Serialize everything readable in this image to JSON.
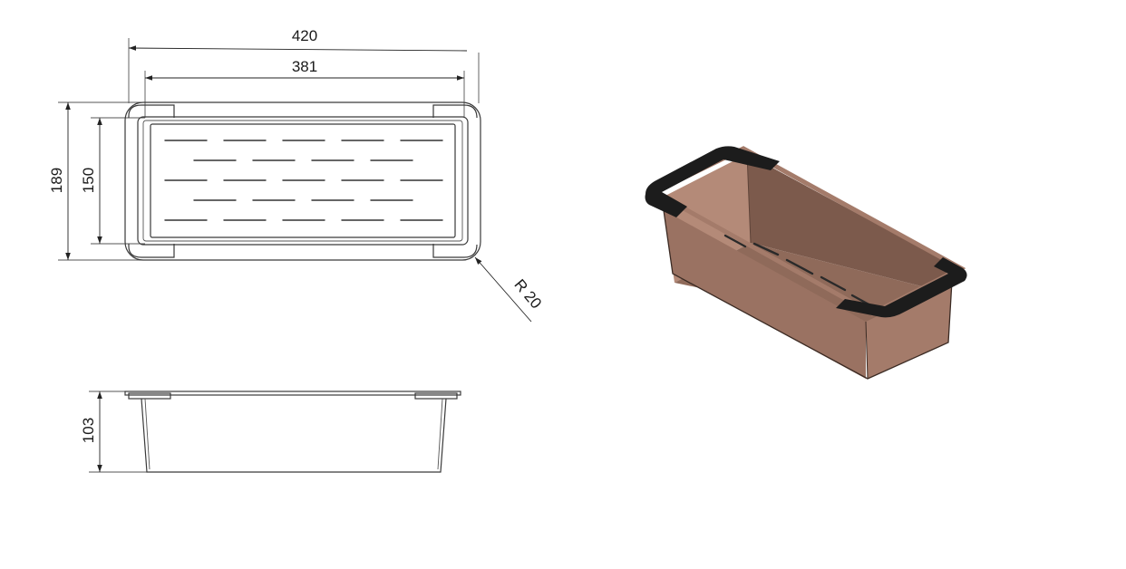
{
  "drawing": {
    "top_view": {
      "overall_length": "420",
      "inner_length": "381",
      "overall_width": "189",
      "inner_width": "150",
      "corner_radius": "R 20"
    },
    "side_view": {
      "height": "103"
    }
  },
  "colors": {
    "basket_copper": "#9a7262",
    "basket_copper_dark": "#7c5a4c",
    "basket_copper_light": "#b48a78",
    "handle_black": "#1c1c1c"
  }
}
